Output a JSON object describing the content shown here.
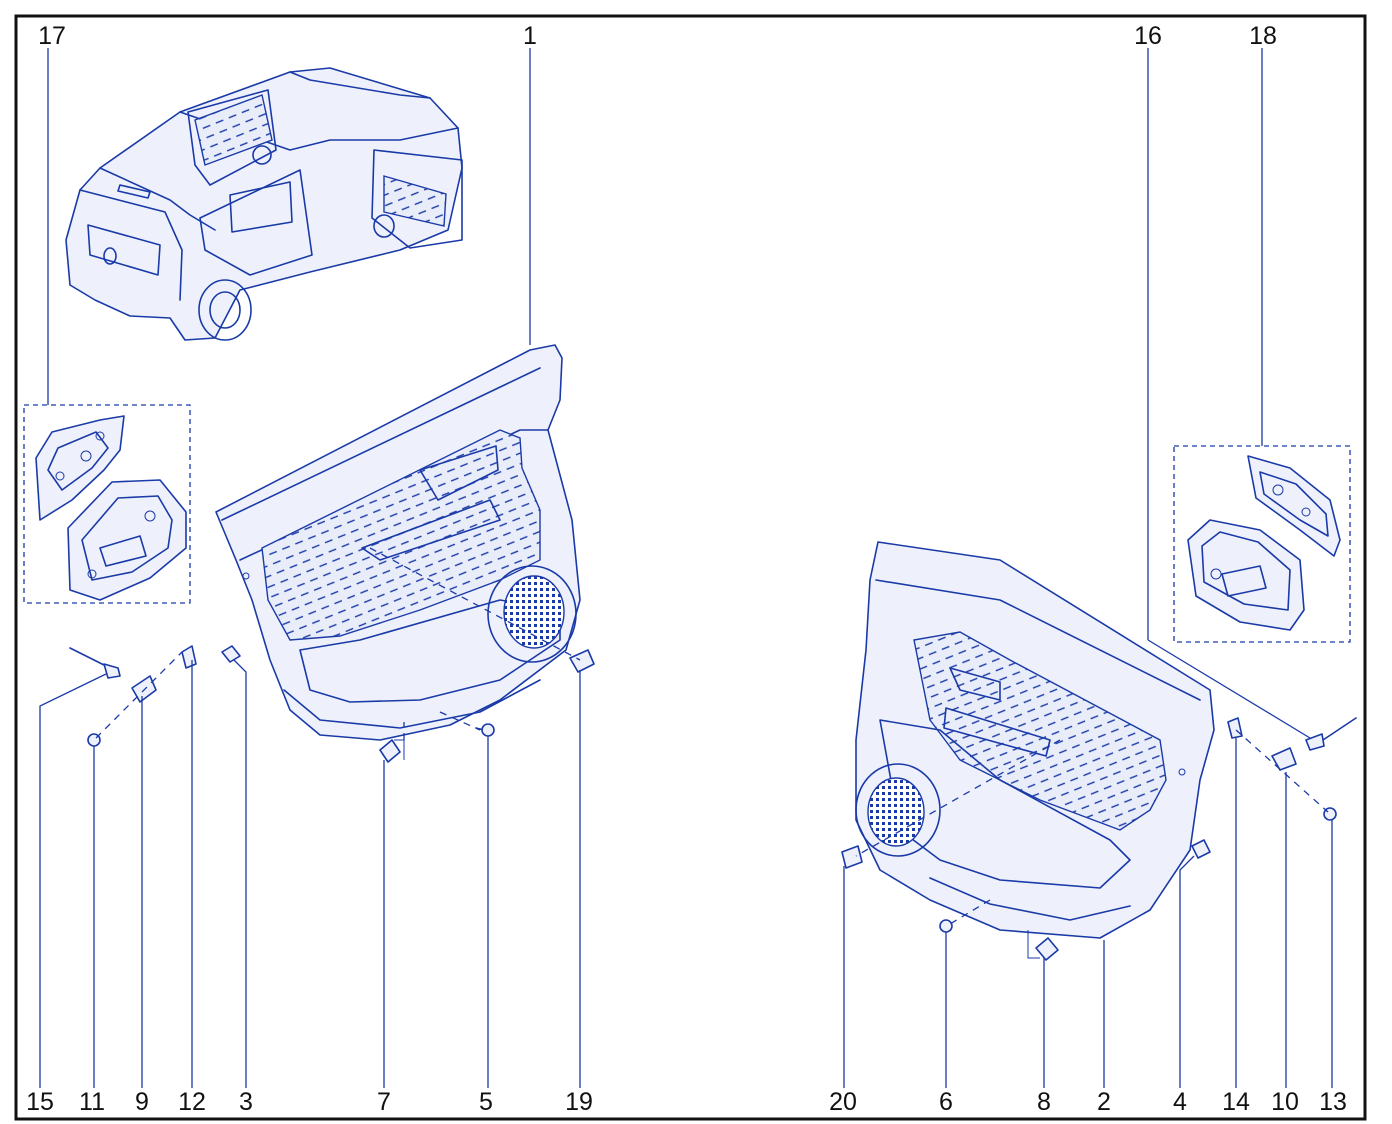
{
  "diagram": {
    "callouts": {
      "c1": "1",
      "c2": "2",
      "c3": "3",
      "c4": "4",
      "c5": "5",
      "c6": "6",
      "c7": "7",
      "c8": "8",
      "c9": "9",
      "c10": "10",
      "c11": "11",
      "c12": "12",
      "c13": "13",
      "c14": "14",
      "c15": "15",
      "c16": "16",
      "c17": "17",
      "c18": "18",
      "c19": "19",
      "c20": "20"
    },
    "line_color": "#1a3aa8",
    "frame_color": "#111111"
  }
}
